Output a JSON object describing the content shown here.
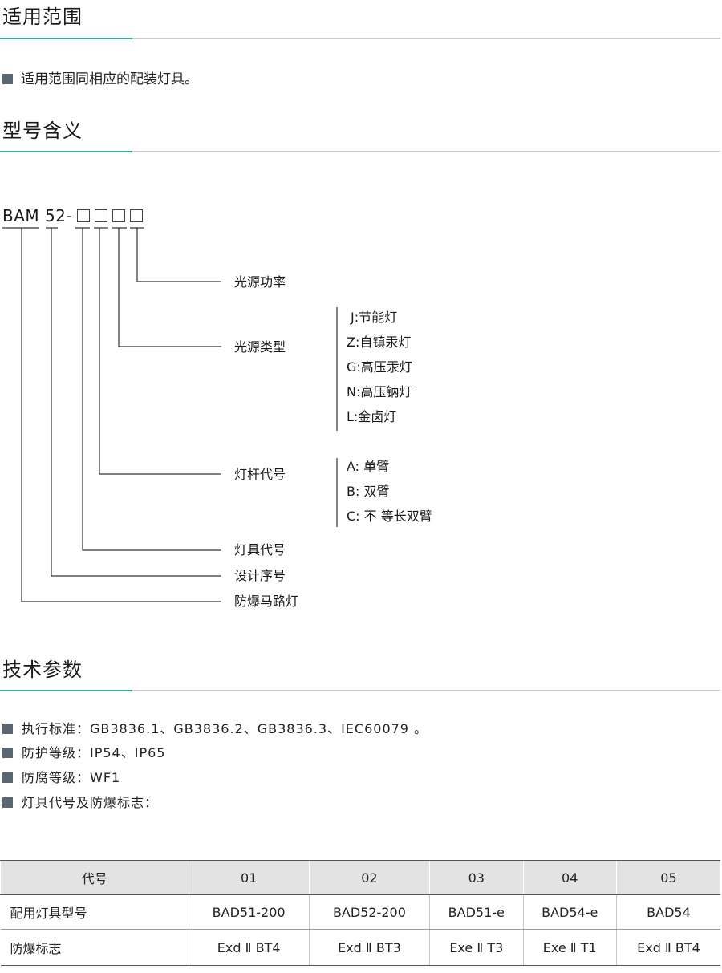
{
  "sections": {
    "scope": {
      "title": "适用范围",
      "bullet": "适用范围同相应的配装灯具。"
    },
    "model": {
      "title": "型号含义",
      "code_prefix": "BAM",
      "code_number": "52",
      "code_dash": "-",
      "labels": {
        "power": "光源功率",
        "source_type": "光源类型",
        "pole_code": "灯杆代号",
        "lamp_code": "灯具代号",
        "design_seq": "设计序号",
        "product": "防爆马路灯"
      },
      "source_type_options": [
        "J:节能灯",
        "Z:自镇汞灯",
        "G:高压汞灯",
        "N:高压钠灯",
        "L:金卤灯"
      ],
      "pole_options": [
        "A: 单臂",
        "B: 双臂",
        "C: 不 等长双臂"
      ]
    },
    "specs": {
      "title": "技术参数",
      "items": [
        "执行标准：GB3836.1、GB3836.2、GB3836.3、IEC60079 。",
        "防护等级：IP54、IP65",
        "防腐等级：WF1",
        "灯具代号及防爆标志："
      ]
    }
  },
  "table": {
    "headers": [
      "代号",
      "01",
      "02",
      "03",
      "04",
      "05"
    ],
    "rows": [
      [
        "配用灯具型号",
        "BAD51-200",
        "BAD52-200",
        "BAD51-e",
        "BAD54-e",
        "BAD54"
      ],
      [
        "防爆标志",
        "Exd Ⅱ BT4",
        "Exd Ⅱ BT3",
        "Exe Ⅱ T3",
        "Exe Ⅱ T1",
        "Exd Ⅱ BT4"
      ]
    ]
  },
  "colors": {
    "accent": "#35a8a0",
    "bullet_square": "#5b6770",
    "header_bg": "#e3e3e3"
  }
}
